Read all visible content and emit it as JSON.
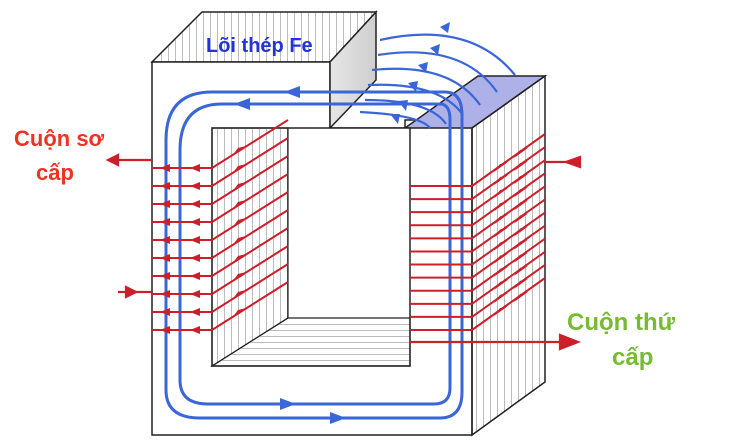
{
  "labels": {
    "core": "Lõi thép Fe",
    "primary_line1": "Cuộn sơ",
    "primary_line2": "cấp",
    "secondary_line1": "Cuộn thứ",
    "secondary_line2": "cấp"
  },
  "colors": {
    "core_label": "#2233dd",
    "primary_label": "#ee3322",
    "secondary_label": "#77bb33",
    "coil_wire": "#cc1f2a",
    "flux": "#3a66d8",
    "core_edge": "#222222"
  },
  "primary_coil": {
    "turns": 10
  },
  "secondary_coil": {
    "turns": 12
  }
}
